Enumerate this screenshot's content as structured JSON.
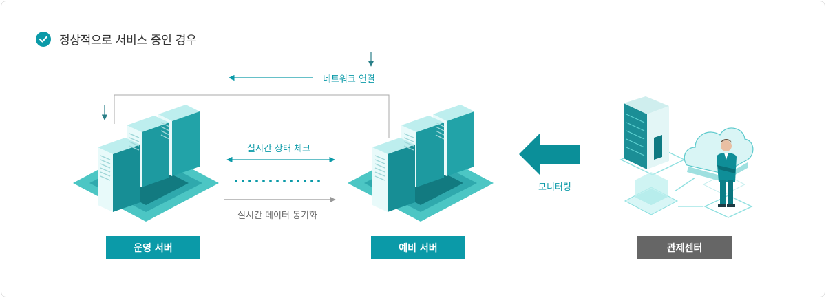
{
  "title": "정상적으로 서비스 중인 경우",
  "labels": {
    "network": "네트워크 연결",
    "realtime_check": "실시간 상태 체크",
    "realtime_sync": "실시간 데이터 동기화",
    "monitoring": "모니터링"
  },
  "boxes": {
    "operating": "운영 서버",
    "standby": "예비 서버",
    "control": "관제센터"
  },
  "colors": {
    "teal": "#0b9aa8",
    "dark_box": "#666666",
    "grey_arrow": "#999999"
  }
}
